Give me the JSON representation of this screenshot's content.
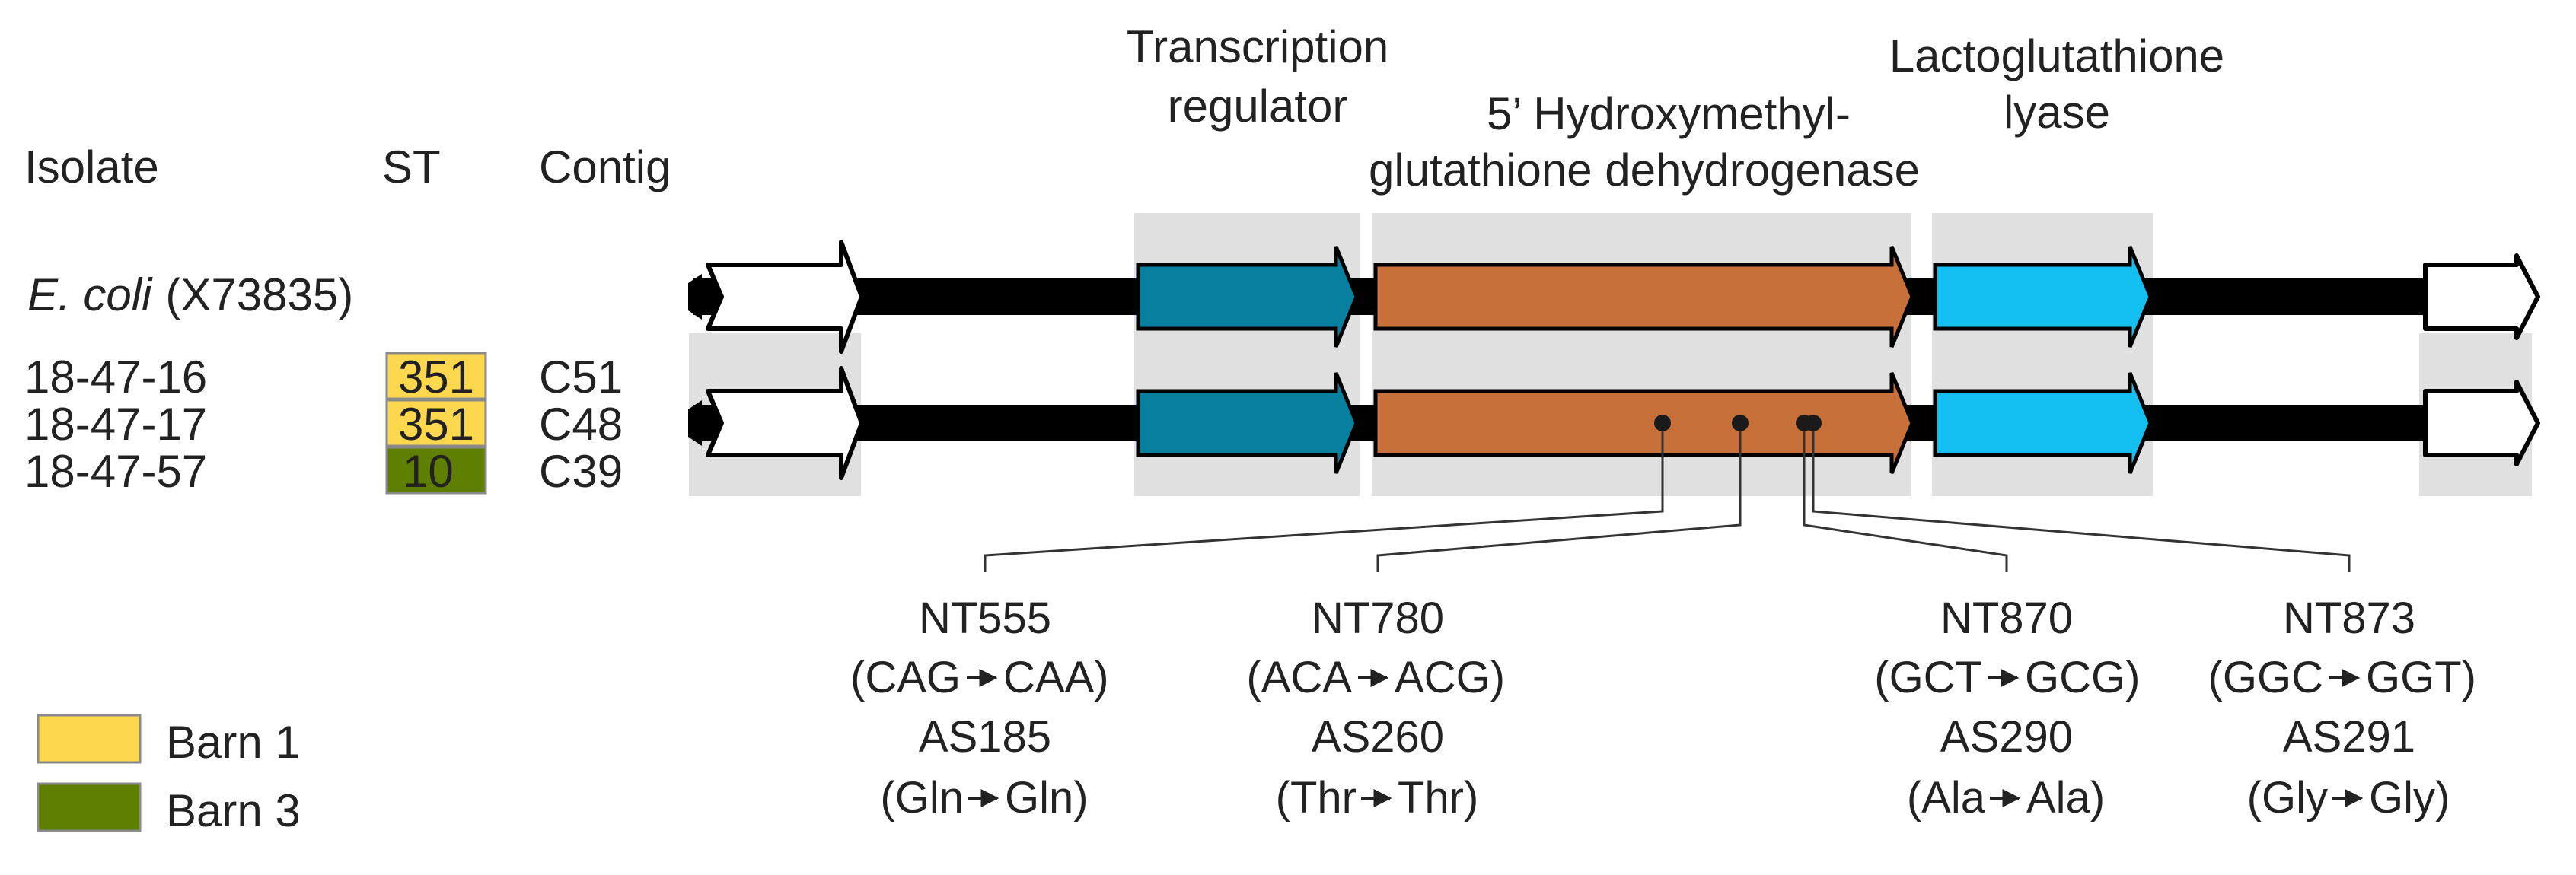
{
  "headers": {
    "isolate": "Isolate",
    "st": "ST",
    "contig": "Contig"
  },
  "reference": {
    "species": "E. coli",
    "accession": "(X73835)"
  },
  "isolates": [
    {
      "name": "18-47-16",
      "st": "351",
      "contig": "C51",
      "barn_color": "#fdd84f"
    },
    {
      "name": "18-47-17",
      "st": "351",
      "contig": "C48",
      "barn_color": "#fdd84f"
    },
    {
      "name": "18-47-57",
      "st": "10",
      "contig": "C39",
      "barn_color": "#5e7f00"
    }
  ],
  "genes": [
    {
      "label_lines": [
        "Transcription",
        "regulator"
      ],
      "color": "#0780a0"
    },
    {
      "label_lines": [
        "5’ Hydroxymethyl-",
        "glutathione dehydrogenase"
      ],
      "color": "#c8703a"
    },
    {
      "label_lines": [
        "Lactoglutathione",
        "lyase"
      ],
      "color": "#13bff0"
    }
  ],
  "mutations": [
    {
      "nt": "NT555",
      "codon_from": "CAG",
      "codon_to": "CAA",
      "as": "AS185",
      "aa_from": "Gln",
      "aa_to": "Gln"
    },
    {
      "nt": "NT780",
      "codon_from": "ACA",
      "codon_to": "ACG",
      "as": "AS260",
      "aa_from": "Thr",
      "aa_to": "Thr"
    },
    {
      "nt": "NT870",
      "codon_from": "GCT",
      "codon_to": "GCG",
      "as": "AS290",
      "aa_from": "Ala",
      "aa_to": "Ala"
    },
    {
      "nt": "NT873",
      "codon_from": "GGC",
      "codon_to": "GGT",
      "as": "AS291",
      "aa_from": "Gly",
      "aa_to": "Gly"
    }
  ],
  "legend": [
    {
      "label": "Barn 1",
      "color": "#fdd84f"
    },
    {
      "label": "Barn 3",
      "color": "#5e7f00"
    }
  ],
  "colors": {
    "highlight": "#e0e0e0",
    "backbone": "#000000"
  }
}
